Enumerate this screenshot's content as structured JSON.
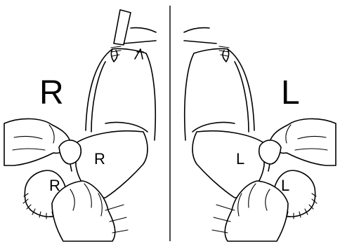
{
  "left_panel": {
    "side_label": "R",
    "cushion_label": "R",
    "cap_label": "R"
  },
  "right_panel": {
    "side_label": "L",
    "cushion_label": "L",
    "cap_label": "L"
  },
  "colors": {
    "line": "#000000",
    "background": "#ffffff"
  }
}
